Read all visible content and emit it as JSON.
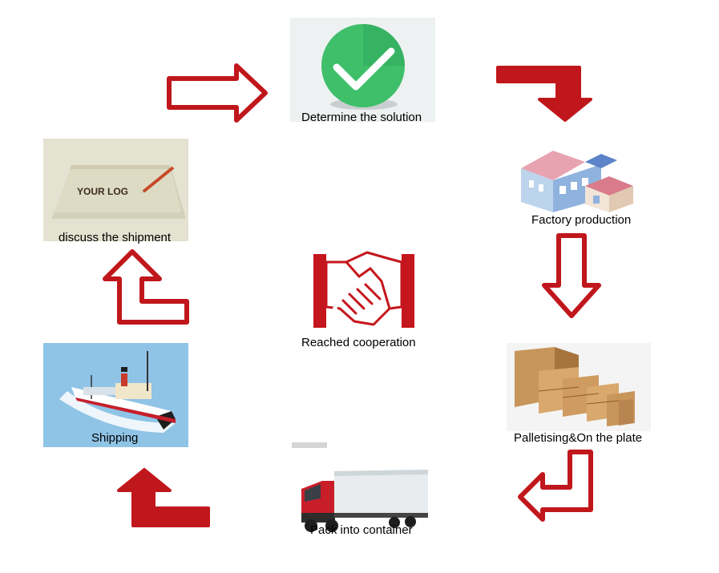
{
  "flow": {
    "steps": [
      {
        "id": "determine",
        "label": "Determine the solution",
        "icon": "checkmark-circle-icon"
      },
      {
        "id": "factory",
        "label": "Factory production",
        "icon": "factory-icon"
      },
      {
        "id": "palletising",
        "label": "Palletising&On the plate",
        "icon": "boxes-icon"
      },
      {
        "id": "container",
        "label": "Pack into container",
        "icon": "truck-icon"
      },
      {
        "id": "shipping",
        "label": "Shipping",
        "icon": "ship-icon"
      },
      {
        "id": "discuss",
        "label": "discuss the shipment",
        "icon": "logo-paper-icon"
      }
    ],
    "center": {
      "label": "Reached cooperation",
      "icon": "handshake-icon"
    },
    "logo_text": "YOUR LOG",
    "colors": {
      "arrow": "#c0171c",
      "arrow_fill": "#ffffff",
      "check_green": "#3fbf6a",
      "handshake_red": "#c4161c",
      "sea_blue": "#8fc4e6",
      "box_tan": "#c8955a"
    }
  }
}
